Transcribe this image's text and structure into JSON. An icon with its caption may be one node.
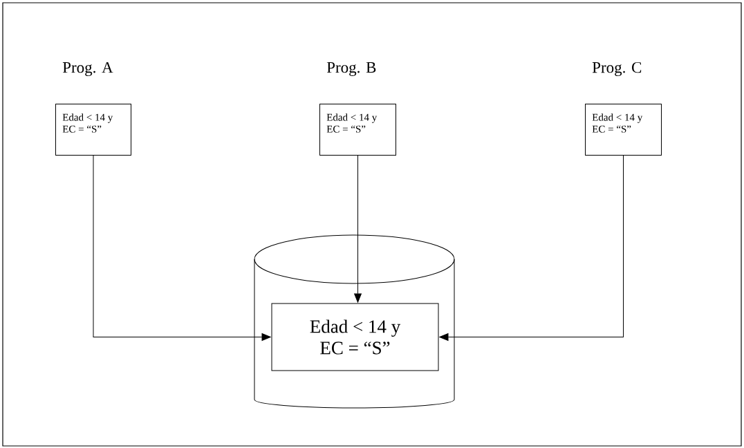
{
  "diagram": {
    "nodes": [
      {
        "text": [
          "Prog. A",
          "Edad < 14 y",
          "EC = “S”"
        ]
      },
      {
        "text": [
          "Prog. B",
          "Edad < 14 y",
          "EC = “S”"
        ]
      },
      {
        "text": [
          "Prog. C",
          "Edad < 14 y",
          "EC = “S”"
        ]
      },
      {
        "text": [],
        "shape": "cylinder"
      },
      {
        "text": [
          "Edad < 14 y",
          "EC = “S”"
        ],
        "in": 3
      }
    ],
    "edges": [
      {
        "from": 0,
        "to": 4,
        "arrow": "to"
      },
      {
        "from": 1,
        "to": 4,
        "arrow": "to"
      },
      {
        "from": 2,
        "to": 4,
        "arrow": "to"
      }
    ]
  }
}
